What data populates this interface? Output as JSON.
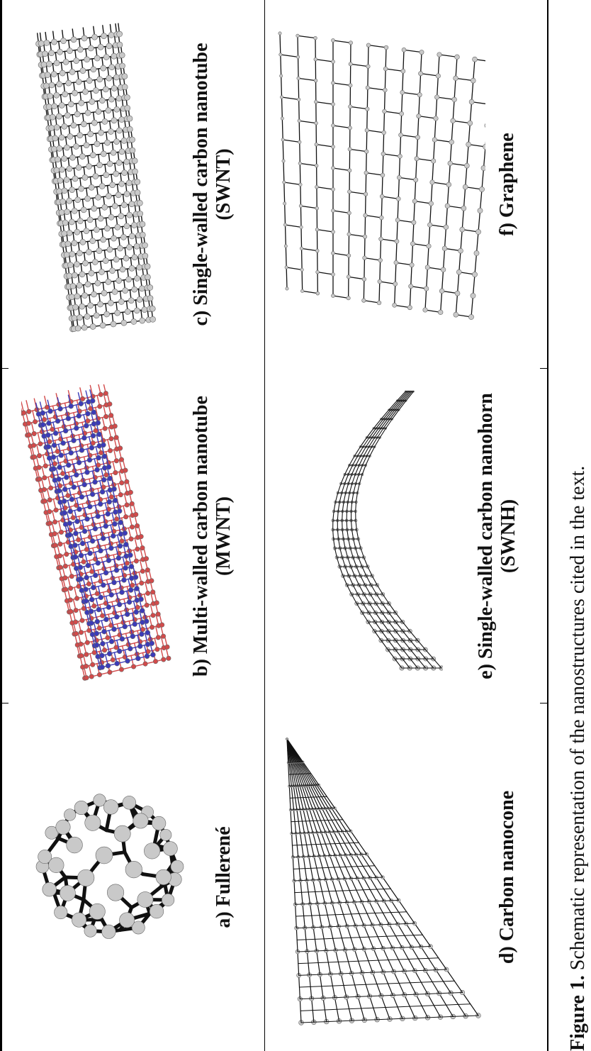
{
  "panels": {
    "a": {
      "label": "a) Fullerené"
    },
    "b": {
      "label": "b) Multi-walled carbon nanotube",
      "label2": "(MWNT)"
    },
    "c": {
      "label": "c) Single-walled carbon nanotube",
      "label2": "(SWNT)"
    },
    "d": {
      "label": "d) Carbon nanocone"
    },
    "e": {
      "label": "e) Single-walled carbon nanohorn",
      "label2": "(SWNH)"
    },
    "f": {
      "label": "f) Graphene"
    }
  },
  "caption": {
    "prefix": "Figure 1.",
    "text": " Schematic representation of the nanostructures cited in the text."
  },
  "colors": {
    "atom": "#c9c9c9",
    "bond": "#111111",
    "mwnt_outer": "#d24a4a",
    "mwnt_inner": "#3b3bb8"
  }
}
